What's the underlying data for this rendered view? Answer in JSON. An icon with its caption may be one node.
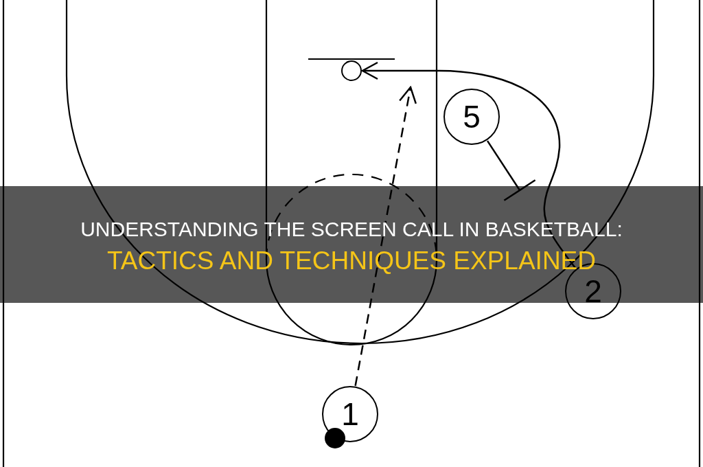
{
  "diagram": {
    "title": "UNDERSTANDING THE SCREEN CALL IN BASKETBALL:",
    "nodes": [
      {
        "text": [],
        "shape": "circle"
      },
      {
        "text": [
          "5"
        ]
      },
      {
        "text": [
          "2"
        ]
      },
      {
        "text": [
          "1"
        ]
      }
    ],
    "edges": [
      {
        "from": 2,
        "to": 0,
        "arrow": "to"
      },
      {
        "from": 1,
        "to": null,
        "arrow": "other"
      },
      {
        "from": 3,
        "to": null,
        "arrow": "to",
        "style": "dashed"
      }
    ],
    "labels": [
      "TACTICS AND TECHNIQUES EXPLAINED"
    ]
  }
}
